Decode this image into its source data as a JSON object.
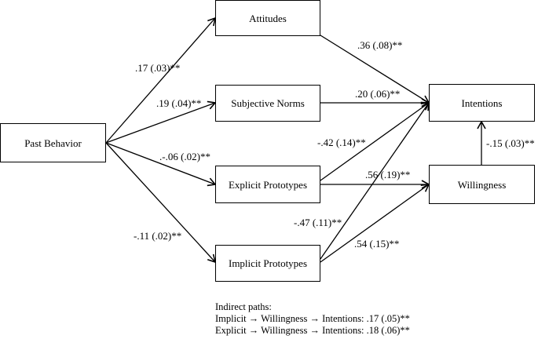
{
  "nodes": {
    "past_behavior": "Past Behavior",
    "attitudes": "Attitudes",
    "subjective_norms": "Subjective Norms",
    "explicit_prototypes": "Explicit Prototypes",
    "implicit_prototypes": "Implicit Prototypes",
    "intentions": "Intentions",
    "willingness": "Willingness"
  },
  "edges": {
    "pb_attitudes": ".17 (.03)**",
    "pb_norms": ".19 (.04)**",
    "pb_explicit": ".-.06 (.02)**",
    "pb_implicit": "-.11 (.02)**",
    "attitudes_intentions": ".36 (.08)**",
    "norms_intentions": ".20 (.06)**",
    "explicit_intentions": "-.42 (.14)**",
    "explicit_willingness": ".56 (.19)**",
    "implicit_intentions": "-.47 (.11)**",
    "implicit_willingness": ".54 (.15)**",
    "willingness_intentions": "-.15 (.03)**"
  },
  "indirect": {
    "title": "Indirect paths:",
    "line1": "Implicit → Willingness → Intentions: .17 (.05)**",
    "line2": "Explicit → Willingness → Intentions: .18 (.06)**"
  }
}
